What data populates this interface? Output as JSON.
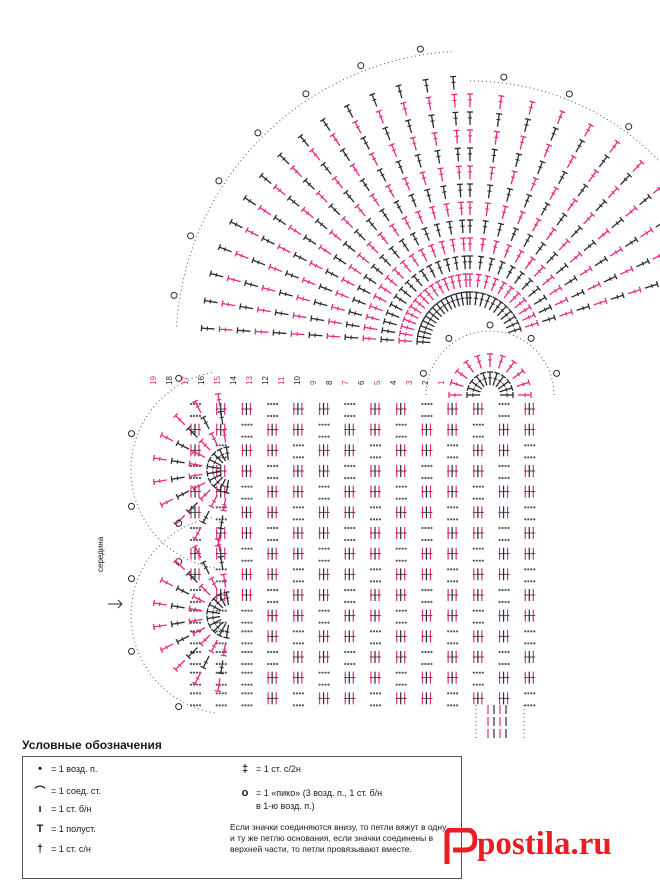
{
  "diagram": {
    "side_label": "середина",
    "row_numbers_left": [
      "19",
      "18",
      "17",
      "16",
      "15",
      "14",
      "13",
      "12",
      "11",
      "10",
      "9",
      "8",
      "7",
      "6",
      "5",
      "4",
      "3",
      "2",
      "1"
    ],
    "colors": {
      "pink": "#e6287f",
      "black": "#2a2a33",
      "dot": "#555555"
    }
  },
  "legend": {
    "title": "Условные обозначения",
    "items": [
      {
        "icon": "chain-dot-icon",
        "symbol": "•",
        "label": "= 1 возд. п."
      },
      {
        "icon": "slip-stitch-icon",
        "symbol": "⌒",
        "label": "= 1 соед. ст."
      },
      {
        "icon": "single-crochet-icon",
        "symbol": "ı",
        "label": "= 1 ст. б/н"
      },
      {
        "icon": "half-double-icon",
        "symbol": "T",
        "label": "= 1 полуст."
      },
      {
        "icon": "double-crochet-icon",
        "symbol": "†",
        "label": "= 1 ст. с/н"
      },
      {
        "icon": "treble-crochet-icon",
        "symbol": "‡",
        "label": "= 1 ст. с/2н"
      },
      {
        "icon": "picot-icon",
        "symbol": "ο",
        "label": "= 1 «пико» (3 возд. п., 1 ст. б/н"
      }
    ],
    "picot_cont": "в 1-ю возд. п.)",
    "note": "Если значки соединяются внизу, то петли вяжут в одну и ту же петлю основания, если значки соединены в верхней части, то петли провязывают вместе."
  },
  "watermark": "postila.ru"
}
